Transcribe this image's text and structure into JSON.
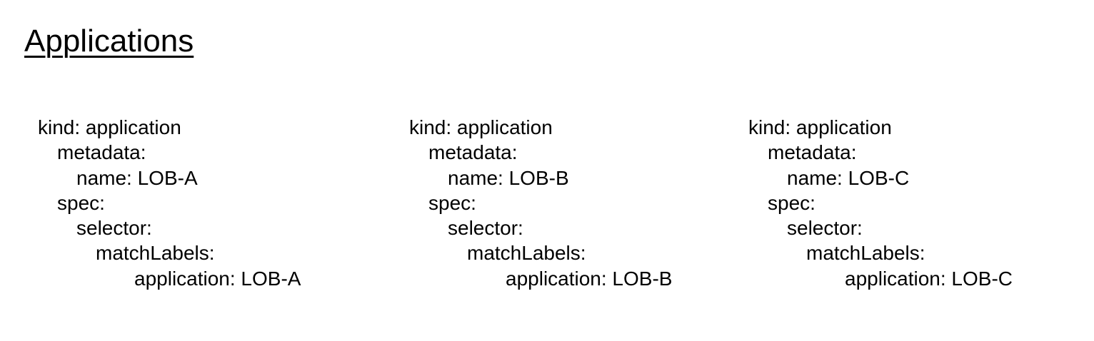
{
  "title": "Applications",
  "blocks": [
    {
      "kind": "kind: application",
      "metadata": "metadata:",
      "name": "name: LOB-A",
      "spec": "spec:",
      "selector": "selector:",
      "matchLabels": "matchLabels:",
      "application": "application: LOB-A"
    },
    {
      "kind": "kind: application",
      "metadata": "metadata:",
      "name": "name: LOB-B",
      "spec": "spec:",
      "selector": "selector:",
      "matchLabels": "matchLabels:",
      "application": "application: LOB-B"
    },
    {
      "kind": "kind: application",
      "metadata": "metadata:",
      "name": "name: LOB-C",
      "spec": "spec:",
      "selector": "selector:",
      "matchLabels": "matchLabels:",
      "application": "application: LOB-C"
    }
  ]
}
